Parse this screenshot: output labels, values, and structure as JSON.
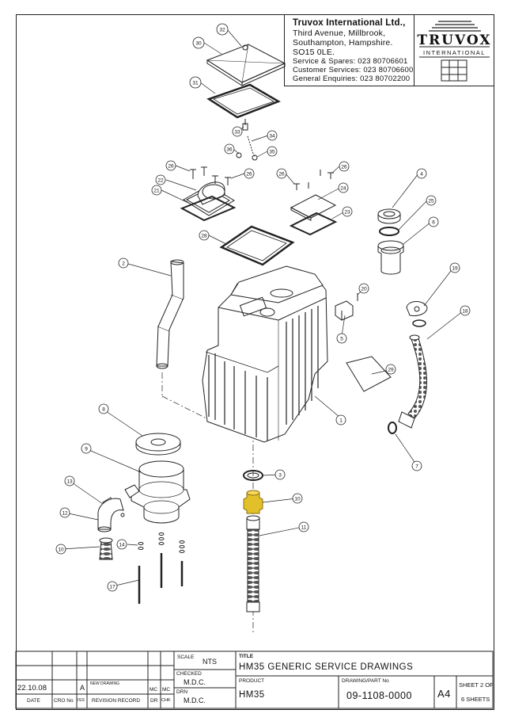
{
  "header": {
    "company_name": "Truvox International Ltd.,",
    "address_line1": "Third Avenue, Millbrook,",
    "address_line2": "Southampton, Hampshire.",
    "postcode": "SO15 0LE.",
    "service_spares": "Service & Spares: 023 80706601",
    "customer_services": "Customer Services: 023 80706600",
    "general_enquiries": "General Enquiries: 023 80702200",
    "logo_word": "TRUVOX",
    "logo_sub": "INTERNATIONAL"
  },
  "parts": {
    "p1": "1",
    "p2": "2",
    "p3": "3",
    "p4": "4",
    "p5": "5",
    "p6": "6",
    "p7": "7",
    "p8": "8",
    "p9": "9",
    "p10": "10",
    "p11": "11",
    "p12": "12",
    "p13": "13",
    "p14": "14",
    "p17": "17",
    "p18": "18",
    "p19": "19",
    "p20": "20",
    "p21": "21",
    "p22": "22",
    "p23": "23",
    "p24": "24",
    "p25": "25",
    "p26": "26",
    "p28": "28",
    "p29": "29",
    "p30": "30",
    "p31": "31",
    "p32": "32",
    "p33": "33",
    "p34": "34",
    "p35": "35",
    "p36": "36"
  },
  "title_block": {
    "scale_label": "SCALE",
    "scale_value": "NTS",
    "checked_label": "CHECKED",
    "checked_value": "M.D.C.",
    "drn_label": "DRN",
    "drn_value": "M.D.C.",
    "title_label": "TITLE",
    "title_value": "HM35 GENERIC SERVICE DRAWINGS",
    "product_label": "PRODUCT",
    "product_value": "HM35",
    "part_no_label": "DRAWING/PART No",
    "part_no_value": "09-1108-0000",
    "size": "A4",
    "sheet_label": "SHEET 2 OF",
    "sheets_value": "6 SHEETS",
    "rev_date": "22.10.08",
    "rev_issue": "A",
    "rev_record": "NEW DRAWING",
    "rev_dr": "MC",
    "rev_chk": "MC",
    "col_date": "DATE",
    "col_cro": "CRO No",
    "col_iss": "ISS",
    "col_record": "REVISION RECORD",
    "col_dr": "DR",
    "col_chk": "CHK"
  },
  "colors": {
    "line": "#222222",
    "highlight": "#e2c02a"
  }
}
